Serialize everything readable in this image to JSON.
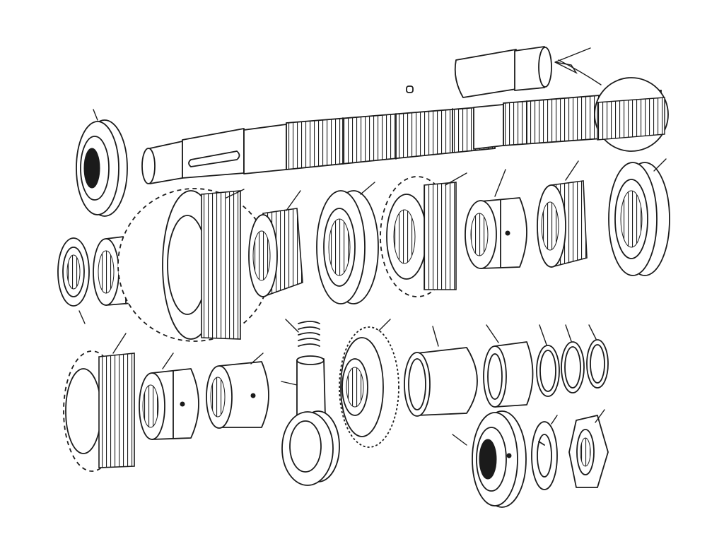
{
  "diagram": {
    "description_visible_text": "",
    "colors": {
      "ink": "#1b1b1b",
      "paper": "#ffffff"
    },
    "parts": [
      "mainshaft",
      "threaded-end-detail",
      "spline-detail-circle",
      "dowel-pin",
      "ball-bearing-left",
      "pilot-bearing",
      "bearing-sleeve-left",
      "large-gear-upper",
      "splined-hub-1",
      "synchro-collar-1",
      "gear-upper-mid",
      "bearing-sleeve-mid",
      "splined-hub-2",
      "synchro-collar-2",
      "gear-lower-left",
      "bearing-sleeve-lower",
      "bushing-lower",
      "compression-spring",
      "shift-fork-pin",
      "shift-fork-ring",
      "fine-tooth-gear",
      "spacer-sleeve",
      "spacer-collar",
      "snap-ring-1",
      "snap-ring-2",
      "snap-ring-3",
      "ball-bearing-rear",
      "lock-washer",
      "hex-nut"
    ]
  }
}
